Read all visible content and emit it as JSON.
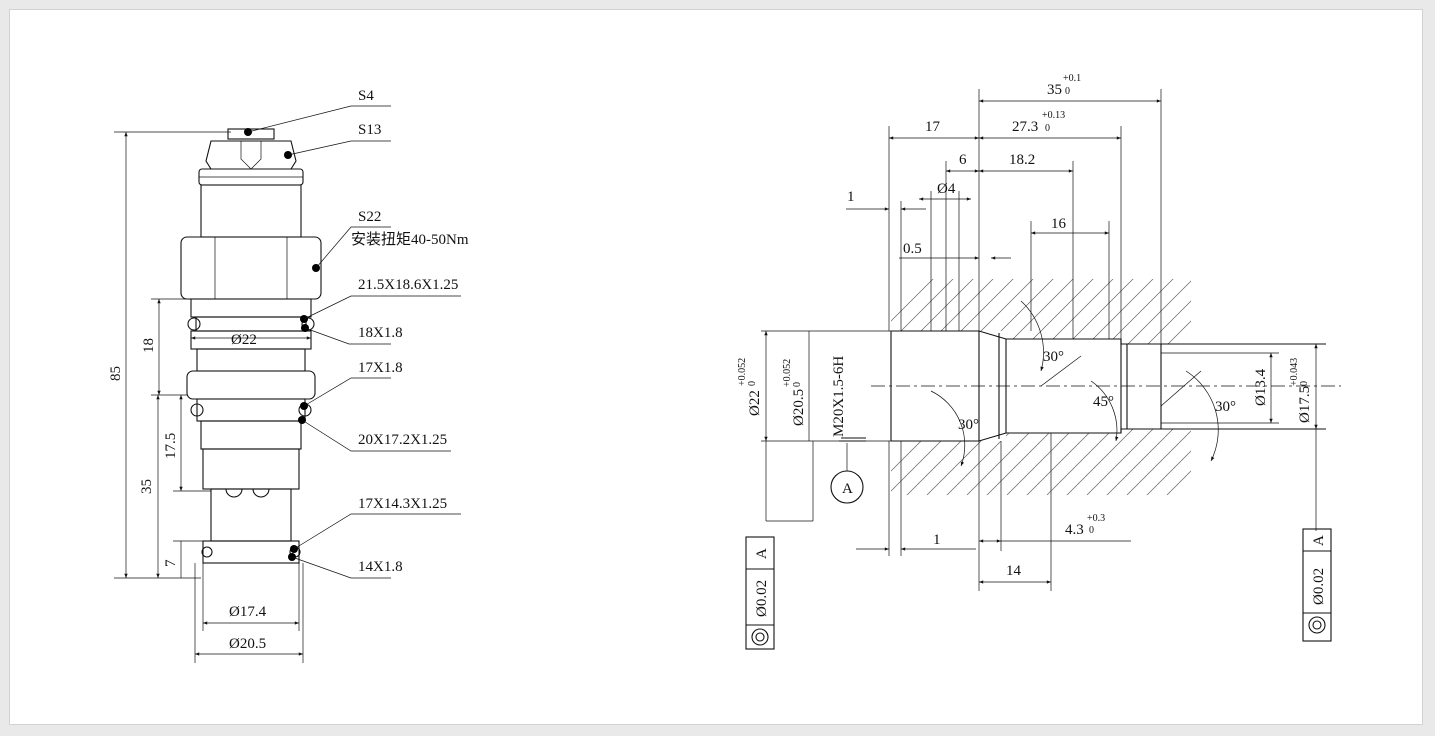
{
  "left_view": {
    "labels": {
      "s4": "S4",
      "s13": "S13",
      "s22": "S22",
      "torque": "安装扭矩40-50Nm",
      "thread": "21.5X18.6X1.25",
      "oring_18": "18X1.8",
      "oring_17": "17X1.8",
      "thread2": "20X17.2X1.25",
      "thread3": "17X14.3X1.25",
      "oring_14": "14X1.8",
      "d22": "Ø22",
      "d174": "Ø17.4",
      "d205": "Ø20.5"
    },
    "dims": {
      "h85": "85",
      "h18": "18",
      "h35": "35",
      "h175": "17.5",
      "h7": "7"
    }
  },
  "right_view": {
    "dims": {
      "d35": "35",
      "d35_tol_up": "+0.1",
      "d35_tol_lo": "0",
      "d17": "17",
      "d273": "27.3",
      "d273_tol_up": "+0.13",
      "d273_tol_lo": "0",
      "d6": "6",
      "d182": "18.2",
      "d_phi4": "Ø4",
      "d1_top": "1",
      "d05": "0.5",
      "d16": "16",
      "d1_bot": "1",
      "d43": "4.3",
      "d43_tol_up": "+0.3",
      "d43_tol_lo": "0",
      "d14": "14",
      "a30_1": "30°",
      "a30_2": "30°",
      "a45": "45°",
      "a30_3": "30°",
      "phi22": "Ø22",
      "phi22_tol_up": "+0.052",
      "phi22_tol_lo": "0",
      "phi205": "Ø20.5",
      "phi205_tol_up": "+0.052",
      "phi205_tol_lo": "0",
      "thread": "M20X1.5-6H",
      "phi134": "Ø13.4",
      "phi175": "Ø17.5",
      "phi175_tol_up": "+0.043",
      "phi175_tol_lo": "0",
      "datum": "A"
    },
    "tolerance_frames": [
      {
        "value": "Ø0.02",
        "datum": "A"
      },
      {
        "value": "Ø0.02",
        "datum": "A"
      }
    ]
  }
}
